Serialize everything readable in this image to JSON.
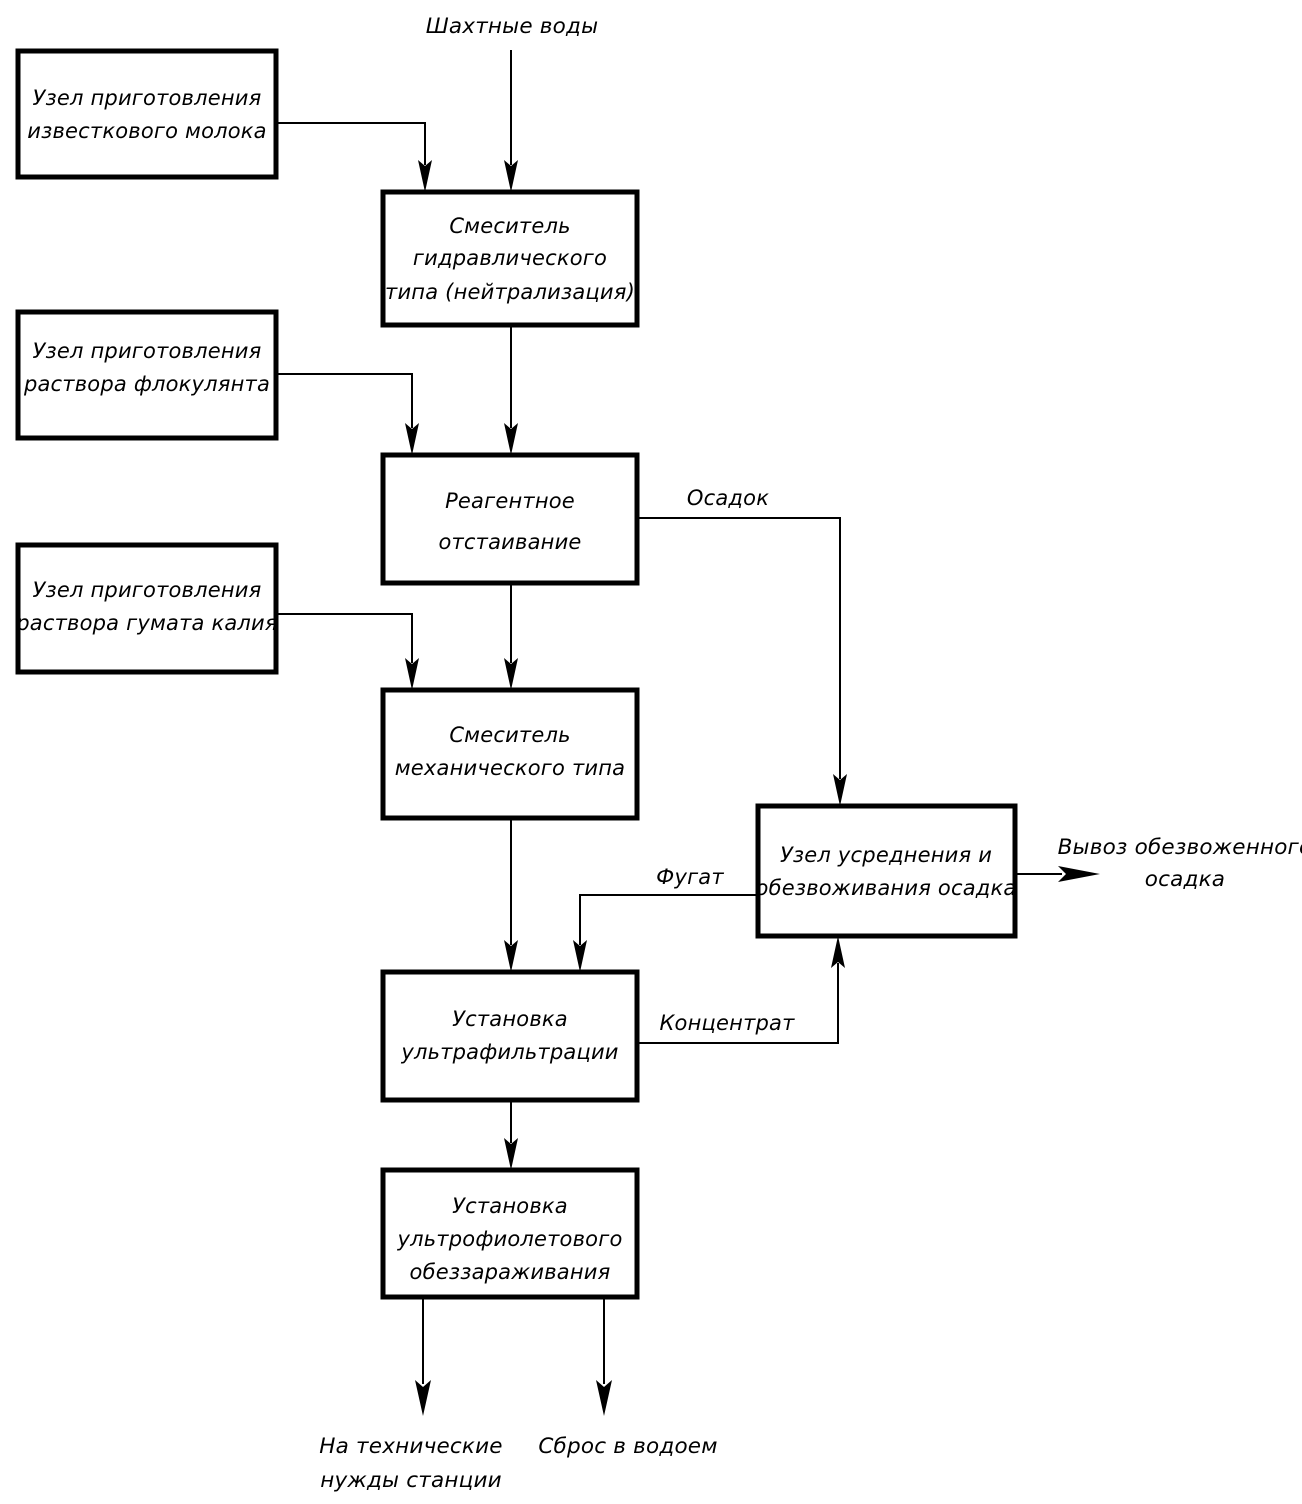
{
  "diagram": {
    "title_flow": "Шахтные воды",
    "boxes": [
      {
        "id": "lime-prep",
        "lines": [
          "Узел приготовления",
          "известкового молока"
        ]
      },
      {
        "id": "hydraulic-mixer",
        "lines": [
          "Смеситель",
          "гидравлического",
          "типа (нейтрализация)"
        ]
      },
      {
        "id": "flocculant-prep",
        "lines": [
          "Узел приготовления",
          "раствора флокулянта"
        ]
      },
      {
        "id": "reagent-settling",
        "lines": [
          "Реагентное",
          "отстаивание"
        ]
      },
      {
        "id": "humate-prep",
        "lines": [
          "Узел приготовления",
          "раствора гумата калия"
        ]
      },
      {
        "id": "mechanical-mixer",
        "lines": [
          "Смеситель",
          "механического типа"
        ]
      },
      {
        "id": "sludge-unit",
        "lines": [
          "Узел усреднения и",
          "обезвоживания осадка"
        ]
      },
      {
        "id": "ultrafiltration",
        "lines": [
          "Установка",
          "ультрафильтрации"
        ]
      },
      {
        "id": "uv-disinfection",
        "lines": [
          "Установка",
          "ультрофиолетового",
          "обеззараживания"
        ]
      }
    ],
    "flow_labels": {
      "sediment": "Осадок",
      "centrate": "Фугат",
      "concentrate": "Концентрат"
    },
    "outputs": {
      "dewatered_removal": [
        "Вывоз обезвоженного",
        "осадка"
      ],
      "technical_needs": [
        "На технические",
        "нужды станции"
      ],
      "water_discharge": [
        "Сброс в водоем"
      ]
    },
    "colors": {
      "stroke": "#000000",
      "fill": "#ffffff",
      "background": "#ffffff"
    }
  }
}
